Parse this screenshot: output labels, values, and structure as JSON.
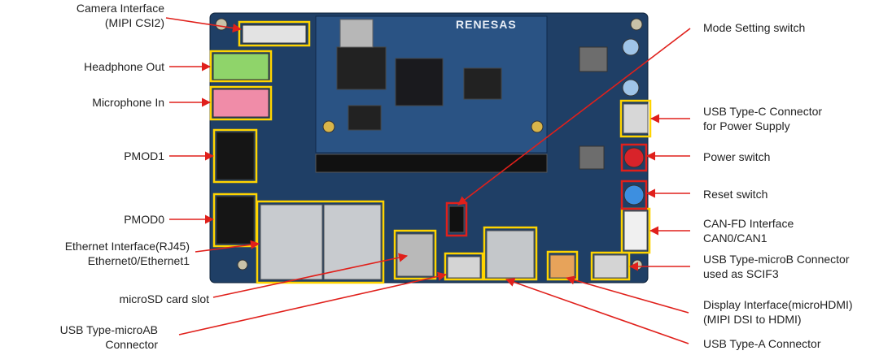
{
  "board": {
    "silkscreen_brand": "RENESAS",
    "colors": {
      "pcb": "#1f3f66",
      "pcb_dark": "#16304f",
      "highlight_box": "#ffd400",
      "arrow": "#e0201b",
      "red_button": "#d8232a",
      "blue_button": "#3d8fe0",
      "audio_green": "#8fd46a",
      "audio_pink": "#f08ca8"
    }
  },
  "callouts": {
    "camera": [
      "Camera Interface",
      "(MIPI CSI2)"
    ],
    "headphone": [
      "Headphone Out"
    ],
    "microphone": [
      "Microphone In"
    ],
    "pmod1": [
      "PMOD1"
    ],
    "pmod0": [
      "PMOD0"
    ],
    "ethernet": [
      "Ethernet Interface(RJ45)",
      "Ethernet0/Ethernet1"
    ],
    "microsd": [
      "microSD card slot"
    ],
    "usb_microab": [
      "USB Type-microAB",
      "Connector"
    ],
    "mode_switch": [
      "Mode Setting switch"
    ],
    "usb_c": [
      "USB Type-C Connector",
      "for Power Supply"
    ],
    "power_switch": [
      "Power switch"
    ],
    "reset_switch": [
      "Reset switch"
    ],
    "canfd": [
      "CAN-FD Interface",
      "CAN0/CAN1"
    ],
    "usb_microb": [
      "USB Type-microB Connector",
      "used as SCIF3"
    ],
    "display": [
      "Display Interface(microHDMI)",
      "(MIPI DSI to HDMI)"
    ],
    "usb_a": [
      "USB Type-A Connector"
    ]
  }
}
